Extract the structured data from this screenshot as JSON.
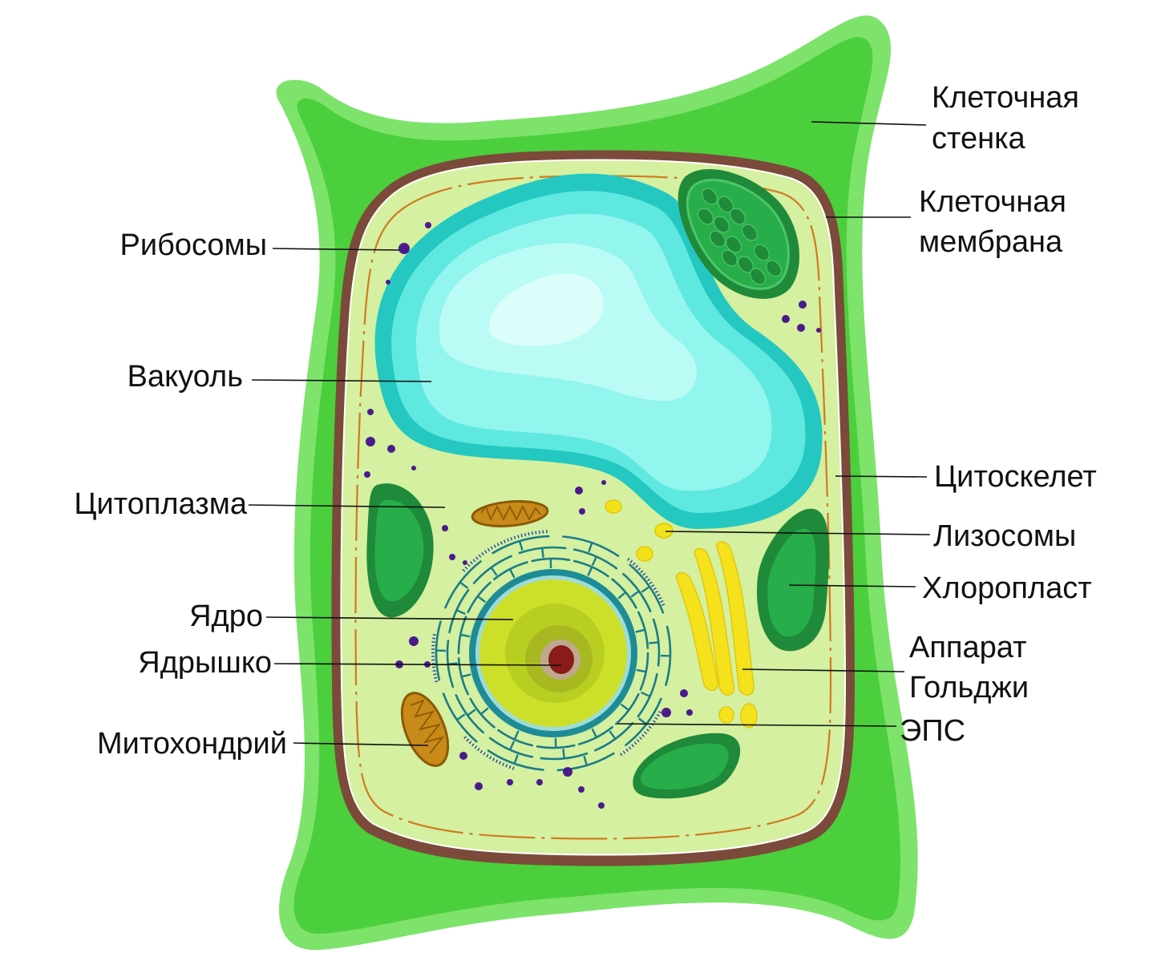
{
  "labels": {
    "cell_wall": [
      "Клеточная",
      "стенка"
    ],
    "cell_membrane": [
      "Клеточная",
      "мембрана"
    ],
    "ribosomes": "Рибосомы",
    "vacuole": "Вакуоль",
    "cytoplasm": "Цитоплазма",
    "nucleus": "Ядро",
    "nucleolus": "Ядрышко",
    "mitochondrion": "Митохондрий",
    "cytoskeleton": "Цитоскелет",
    "lysosomes": "Лизосомы",
    "chloroplast": "Хлоропласт",
    "golgi": [
      "Аппарат",
      "Гольджи"
    ],
    "er": "ЭПС"
  },
  "colors": {
    "cell_wall_outer": "#7de36b",
    "cell_wall": "#4ccf3c",
    "membrane": "#7b4a3a",
    "cytoplasm": "#d4f0a0",
    "cytoskeleton": "#d07a20",
    "vacuole_outer": "#24c8c0",
    "vacuole_mid": "#5ee8e0",
    "vacuole_inner": "#92f5ee",
    "vacuole_core": "#c2fbf6",
    "chloroplast_dark": "#1f8a3a",
    "chloroplast": "#27ae4a",
    "chloroplast_light": "#4cc66a",
    "mitochondrion": "#c88a18",
    "mitochondrion_edge": "#8a5a08",
    "nucleus_envelope": "#1e8c96",
    "nucleus": "#cce02a",
    "nucleus_inner": "#b8cf22",
    "nucleolus": "#8b1a1a",
    "ribosome": "#4b1a8c",
    "lysosome": "#f2e21a",
    "golgi": "#f5e21c",
    "golgi_edge": "#e0c810",
    "er": "#1a7c88",
    "er_dots": "#2a4aa8"
  }
}
